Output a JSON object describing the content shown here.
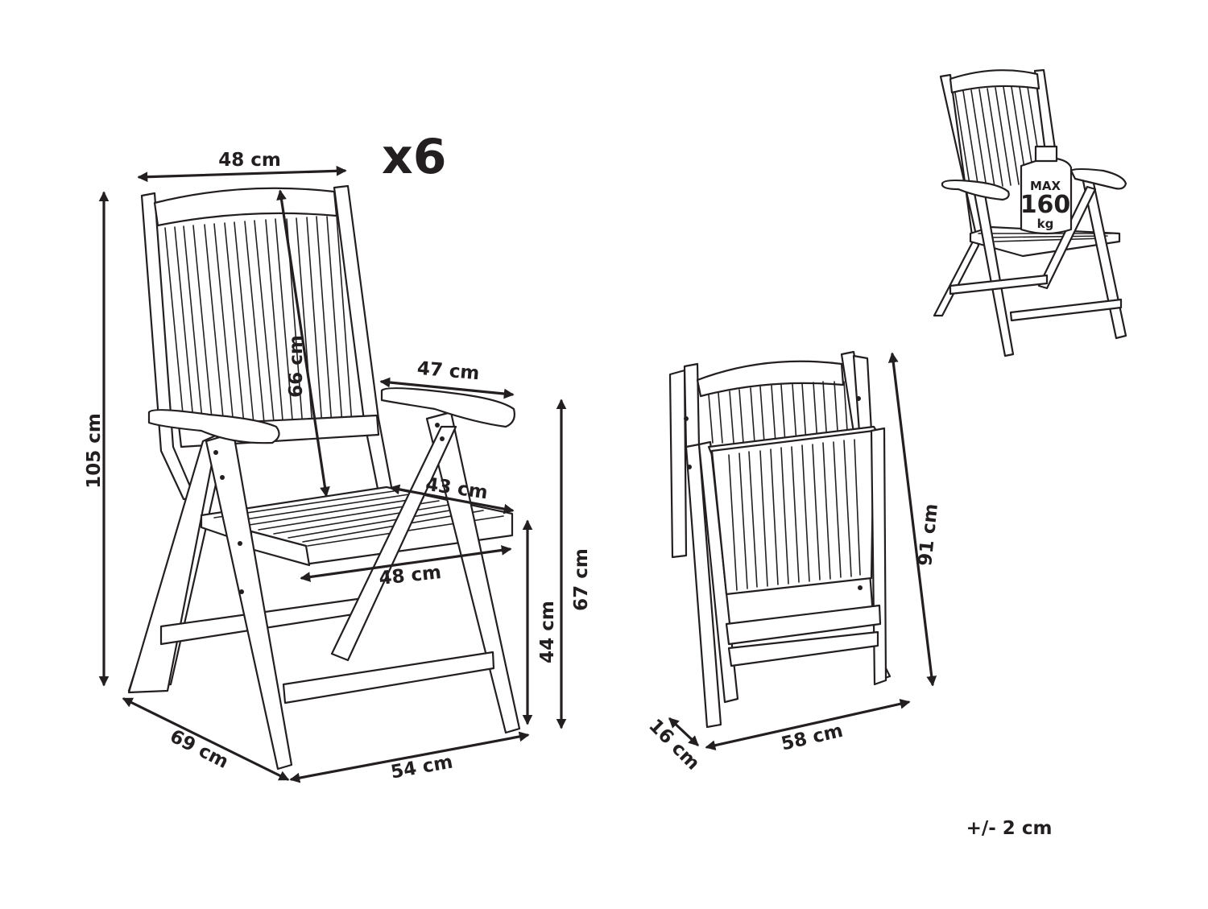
{
  "quantity": "x6",
  "tolerance": "+/- 2 cm",
  "dimensions": {
    "backrest_width": "48 cm",
    "backrest_height": "66 cm",
    "overall_height": "105 cm",
    "armrest_depth": "47 cm",
    "seat_depth": "43 cm",
    "seat_width": "48 cm",
    "seat_height": "44 cm",
    "armrest_height": "67 cm",
    "depth": "69 cm",
    "width": "54 cm",
    "folded_height": "91 cm",
    "folded_width": "58 cm",
    "folded_depth": "16 cm"
  },
  "load_badge": {
    "max_label": "MAX",
    "value": "160",
    "unit": "kg"
  }
}
